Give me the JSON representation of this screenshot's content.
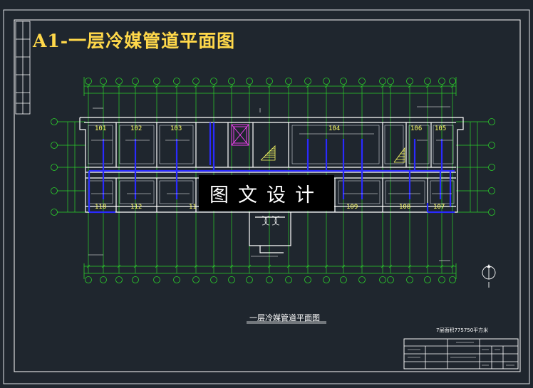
{
  "drawing": {
    "title": "A1-一层冷媒管道平面图",
    "subtitle": "一层冷媒管道平面图",
    "watermark": "图文设计",
    "area_note": "7层面积775750平方米"
  },
  "rooms": {
    "r101": "101",
    "r102": "102",
    "r103": "103",
    "r104": "104",
    "r106": "106",
    "r105": "105",
    "r118": "118",
    "r112": "112",
    "r11x": "11",
    "r109": "109",
    "r108": "108",
    "r107": "107"
  },
  "colors": {
    "background": "#1f262e",
    "frame": "#ffffff",
    "walls": "#ffffff",
    "grid_axes": "#2bd12b",
    "refrigerant_pipe": "#2a2aff",
    "stairs": "#ffff66",
    "title_text": "#ffd84a"
  }
}
